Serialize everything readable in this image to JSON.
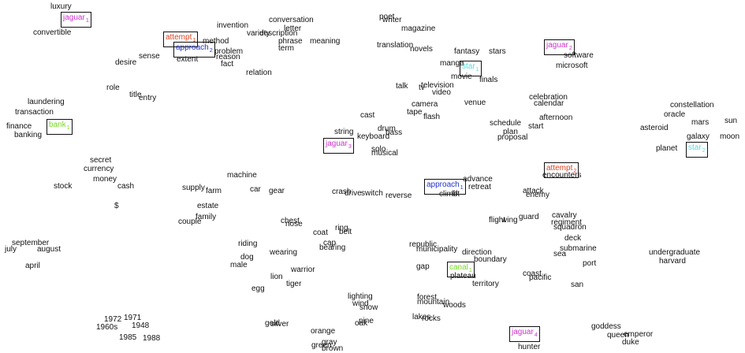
{
  "colors": {
    "jaguar": "#cc33cc",
    "attempt": "#dd4422",
    "approach": "#2233cc",
    "bank": "#77dd22",
    "star": "#55dddd",
    "canal": "#77dd22",
    "text": "#111111"
  },
  "words": [
    "luxury",
    "convertible",
    "invention",
    "conversation",
    "variety",
    "description",
    "letter",
    "phrase",
    "term",
    "meaning",
    "method",
    "problem",
    "extent",
    "reason",
    "fact",
    "sense",
    "desire",
    "relation",
    "poet",
    "writer",
    "magazine",
    "translation",
    "novels",
    "fantasy",
    "stars",
    "manga",
    "movie",
    "finals",
    "software",
    "microsoft",
    "role",
    "title",
    "entry",
    "laundering",
    "transaction",
    "finance",
    "banking",
    "talk",
    "tv",
    "television",
    "video",
    "venue",
    "celebration",
    "calendar",
    "camera",
    "tape",
    "flash",
    "cast",
    "afternoon",
    "schedule",
    "plan",
    "start",
    "proposal",
    "constellation",
    "oracle",
    "mars",
    "sun",
    "asteroid",
    "galaxy",
    "moon",
    "planet",
    "string",
    "keyboard",
    "drum",
    "bass",
    "solo",
    "musical",
    "secret",
    "currency",
    "money",
    "cash",
    "stock",
    "$",
    "machine",
    "supply",
    "farm",
    "car",
    "gear",
    "estate",
    "family",
    "couple",
    "crash",
    "drive",
    "switch",
    "reverse",
    "advance",
    "retreat",
    "lift",
    "climb",
    "encounters",
    "attack",
    "enemy",
    "flight",
    "wing",
    "guard",
    "cavalry",
    "regiment",
    "squadron",
    "deck",
    "submarine",
    "sea",
    "port",
    "coast",
    "pacific",
    "san",
    "undergraduate",
    "harvard",
    "september",
    "july",
    "august",
    "april",
    "chest",
    "nose",
    "ring",
    "belt",
    "coat",
    "cap",
    "bearing",
    "riding",
    "wearing",
    "dog",
    "male",
    "warrior",
    "lion",
    "tiger",
    "egg",
    "republic",
    "municipality",
    "direction",
    "boundary",
    "gap",
    "plateau",
    "territory",
    "lighting",
    "wind",
    "snow",
    "forest",
    "mountain",
    "woods",
    "lakes",
    "rocks",
    "1972",
    "1971",
    "1960s",
    "1948",
    "1985",
    "1988",
    "gold",
    "silver",
    "oak",
    "pine",
    "orange",
    "gray",
    "green",
    "brown",
    "goddess",
    "queen",
    "emperor",
    "duke",
    "hunter"
  ],
  "boxed": [
    {
      "word": "jaguar",
      "sub": "1",
      "color_key": "jaguar"
    },
    {
      "word": "attempt",
      "sub": "1",
      "color_key": "attempt"
    },
    {
      "word": "approach",
      "sub": "2",
      "color_key": "approach"
    },
    {
      "word": "jaguar",
      "sub": "2",
      "color_key": "jaguar"
    },
    {
      "word": "star",
      "sub": "1",
      "color_key": "star"
    },
    {
      "word": "bank",
      "sub": "1",
      "color_key": "bank"
    },
    {
      "word": "jaguar",
      "sub": "3",
      "color_key": "jaguar"
    },
    {
      "word": "star",
      "sub": "2",
      "color_key": "star"
    },
    {
      "word": "attempt",
      "sub": "2",
      "color_key": "attempt"
    },
    {
      "word": "approach",
      "sub": "1",
      "color_key": "approach"
    },
    {
      "word": "canal",
      "sub": "1",
      "color_key": "canal"
    },
    {
      "word": "jaguar",
      "sub": "4",
      "color_key": "jaguar"
    }
  ]
}
